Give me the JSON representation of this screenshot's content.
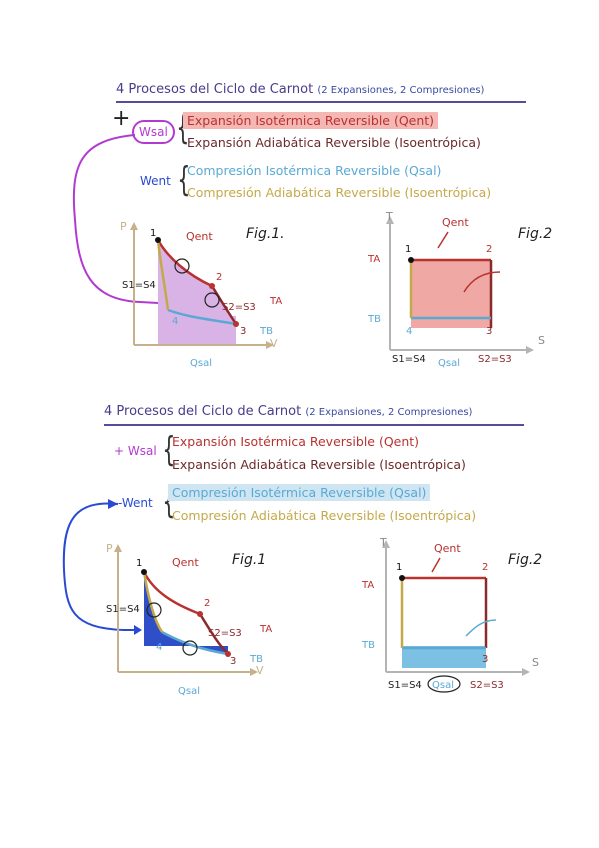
{
  "sections": [
    {
      "title_prefix": "4 Procesos del Ciclo de Carnot",
      "title_detail": "(2 Expansiones, 2 Compresiones)",
      "work_pos": "Wsal",
      "work_neg": "Went",
      "sign_top": "+",
      "sign_bottom": "",
      "exp1": "Expansión Isotérmica Reversible (Qent)",
      "exp2": "Expansión Adiabática Reversible (Isoentrópica)",
      "comp1": "Compresión Isotérmica Reversible (Qsal)",
      "comp2": "Compresión Adiabática Reversible (Isoentrópica)",
      "fig1": "Fig.1.",
      "fig2": "Fig.2",
      "highlight": "expansion"
    },
    {
      "title_prefix": "4 Procesos del Ciclo de Carnot",
      "title_detail": "(2 Expansiones, 2 Compresiones)",
      "work_pos": "+ Wsal",
      "work_neg": "-Went",
      "exp1": "Expansión Isotérmica Reversible (Qent)",
      "exp2": "Expansión Adiabática Reversible (Isoentrópica)",
      "comp1": "Compresión Isotérmica Reversible (Qsal)",
      "comp2": "Compresión Adiabática Reversible (Isoentrópica)",
      "fig1": "Fig.1",
      "fig2": "Fig.2",
      "highlight": "compression"
    }
  ],
  "pv_labels": {
    "p_axis": "P",
    "v_axis": "V",
    "q_in": "Qent",
    "q_out": "Qsal",
    "s1s4": "S1=S4",
    "s2s3": "S2=S3",
    "ta": "TA",
    "tb": "TB",
    "n1": "1",
    "n2": "2",
    "n3": "3",
    "n4": "4"
  },
  "ts_labels": {
    "t_axis": "T",
    "s_axis": "S",
    "q_in": "Qent",
    "q_out": "Qsal",
    "ta": "TA",
    "tb": "TB",
    "s1s4": "S1=S4",
    "s2s3": "S2=S3"
  },
  "colors": {
    "red": "#b8322f",
    "dark_red": "#8a2a2a",
    "blue": "#5aa9d4",
    "ochre": "#c4a94a",
    "purple": "#b23ad1",
    "royal_blue": "#2a4ad4",
    "pink_fill": "#f0a8a4",
    "lilac_fill": "#d9b3e6",
    "dark_blue_fill": "#2f4fc9",
    "light_blue_fill": "#7cc0e4"
  }
}
